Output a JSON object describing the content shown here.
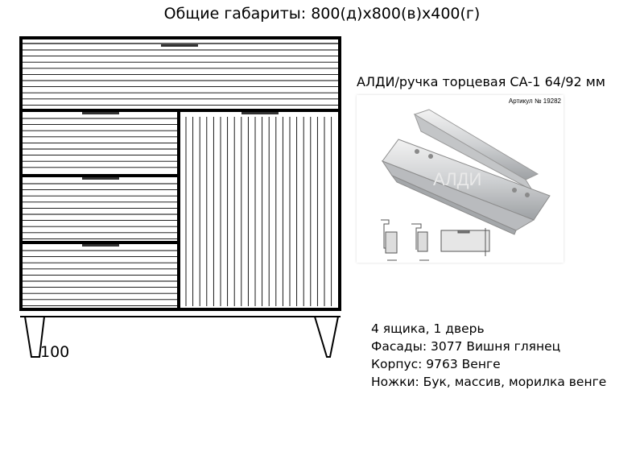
{
  "title": "Общие габариты: 800(д)х800(в)х400(г)",
  "leg_dimension": "100",
  "handle": {
    "title": "АЛДИ/ручка торцевая СА-1 64/92 мм",
    "article": "Артикул № 19282",
    "watermark": "АЛДИ"
  },
  "specs": [
    "4 ящика, 1 дверь",
    "Фасады: 3077 Вишня глянец",
    "Корпус: 9763 Венге",
    "Ножки: Бук, массив, морилка венге"
  ]
}
